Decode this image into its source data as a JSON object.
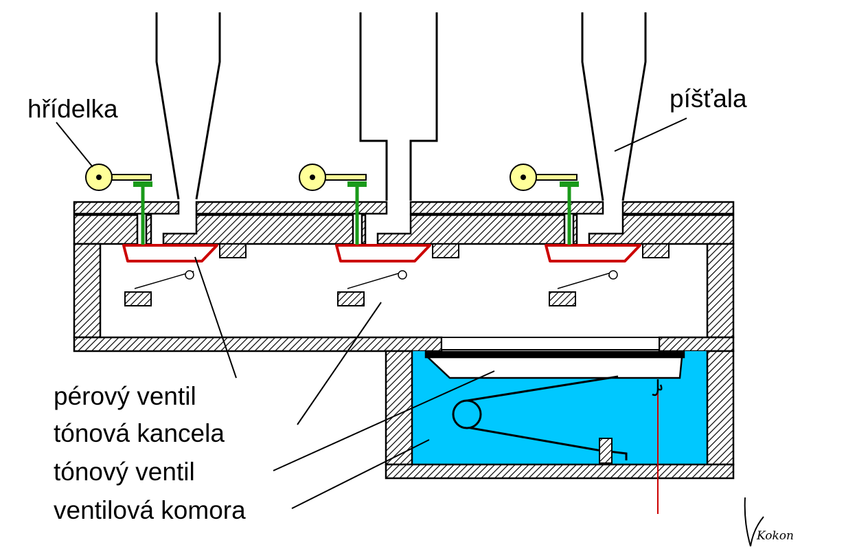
{
  "labels": {
    "hridelka": "hřídelka",
    "pistala": "píšťala",
    "perovy_ventil": "pérový ventil",
    "tonova_kancela": "tónová kancela",
    "tonovy_ventil": "tónový ventil",
    "ventilova_komora": "ventilová komora"
  },
  "signature": "Kokon",
  "colors": {
    "chamber_fill": "#00c8ff",
    "pallet": "#cc0000",
    "pull_rod": "#cc0000",
    "sticker": "#1a9a1a",
    "roller": "#ffff99",
    "outline": "#000000"
  }
}
